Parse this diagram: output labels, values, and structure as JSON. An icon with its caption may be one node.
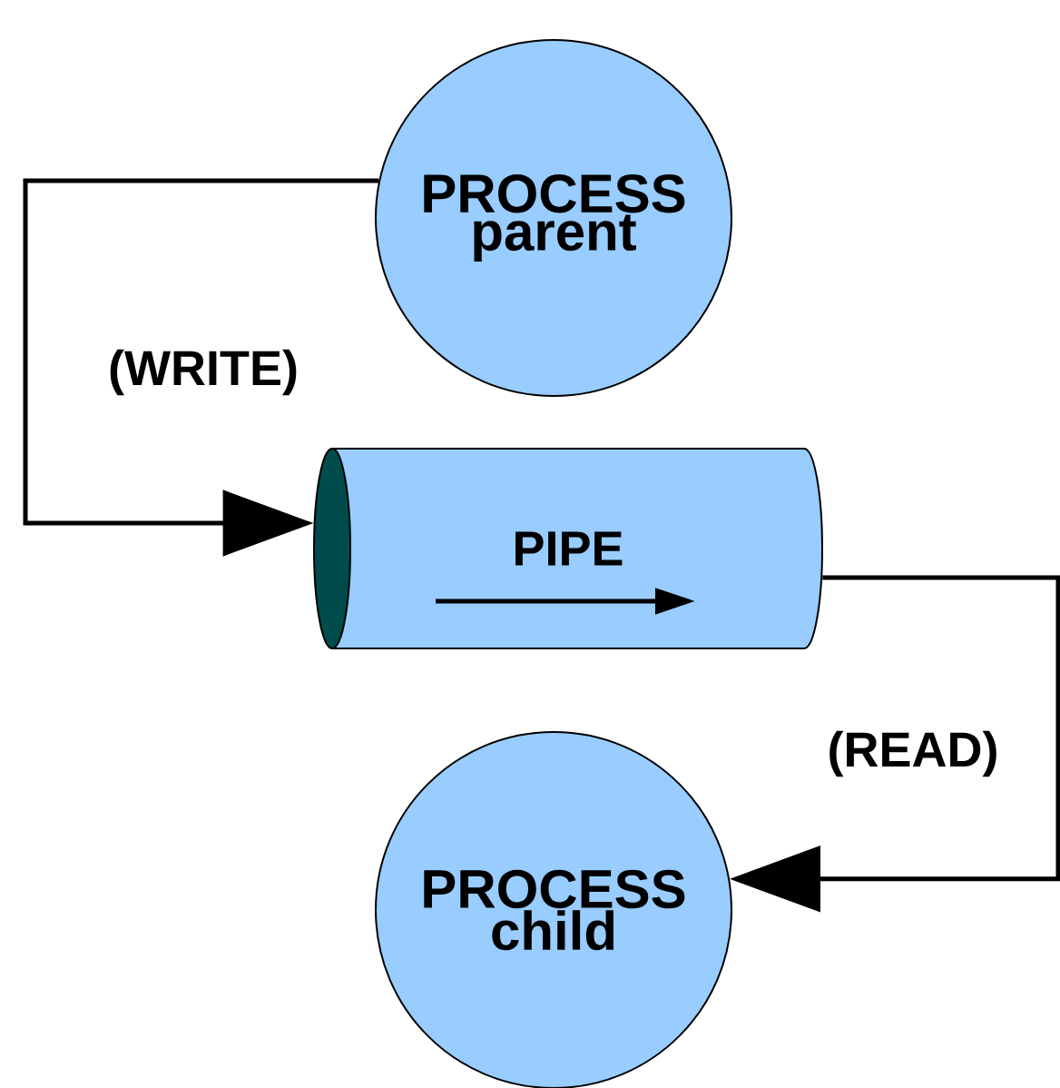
{
  "diagram": {
    "nodes": [
      {
        "text": [
          "PROCESS parent"
        ]
      },
      {
        "text": [
          "PIPE"
        ]
      },
      {
        "text": [
          "PROCESS child"
        ]
      }
    ],
    "edges": [
      {
        "from": 0,
        "to": 1,
        "arrow": "to",
        "label": "(WRITE)"
      },
      {
        "from": 1,
        "to": 2,
        "arrow": "to",
        "label": "(READ)"
      }
    ]
  }
}
